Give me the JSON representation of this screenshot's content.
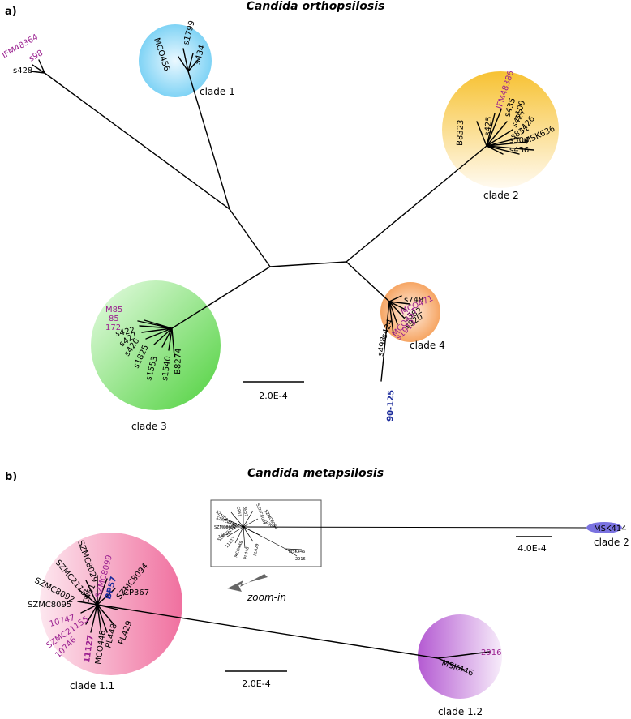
{
  "panel_a": {
    "letter": "a)",
    "title": "Candida orthopsilosis",
    "scale_label": "2.0E-4",
    "clades": {
      "c1": "clade 1",
      "c2": "clade 2",
      "c3": "clade 3",
      "c4": "clade 4"
    },
    "outlier": {
      "l1": "IFM48364",
      "l2": "s98",
      "l3": "s428"
    },
    "clade1_taxa": [
      "MCO456",
      "s1799",
      "s434"
    ],
    "clade2_taxa": [
      "IFM48386",
      "s435",
      "s109",
      "s427",
      "s426",
      "s831",
      "MSK636",
      "s504",
      "s436",
      "s425",
      "B8323"
    ],
    "clade3_taxa": [
      "M85",
      "85",
      "172",
      "s422",
      "s427",
      "s426",
      "s1825",
      "s1553",
      "s1540",
      "B8274"
    ],
    "clade4_taxa": [
      "s748",
      "MCO471",
      "s382",
      "s920",
      "MCO457",
      "s424",
      "s1913",
      "s498"
    ],
    "blue_taxon": "90-125"
  },
  "panel_b": {
    "letter": "b)",
    "title": "Candida metapsilosis",
    "scale1_label": "4.0E-4",
    "scale2_label": "2.0E-4",
    "zoom_label": "zoom-in",
    "clades": {
      "c2": "clade 2",
      "c11": "clade 1.1",
      "c12": "clade 1.2"
    },
    "msk414": "MSK414",
    "clade11_taxa": [
      "SZMC8029",
      "SZMC21154",
      "SZMC8092",
      "SZMC8095",
      "SZMC8099",
      "BP57",
      "CP61",
      "SZMC8094",
      "CP367",
      "10747",
      "SZMC21155",
      "10746",
      "11127",
      "MCO448",
      "PL448",
      "PL429"
    ],
    "clade12_taxa": [
      "2916",
      "MSK446"
    ],
    "inset_taxa": [
      "SZMC8029",
      "SZMC21154",
      "SZMC8092",
      "CP61",
      "BP57",
      "SZMC8099",
      "SZMC8094",
      "CP367",
      "10746",
      "11127",
      "MCO448",
      "PL448",
      "SZMC21155",
      "PL429",
      "MSK446",
      "2916"
    ]
  },
  "colors": {
    "clade1": "#5fc8f0",
    "clade2": "#f5c21a",
    "clade3": "#4ccf3a",
    "clade4": "#f5a05a",
    "clade11": "#f06f9f",
    "clade12": "#b25ad0",
    "msk414": "#7a72e0",
    "purple_text": "#9a1f8f",
    "blue_text": "#1a2a9a"
  }
}
